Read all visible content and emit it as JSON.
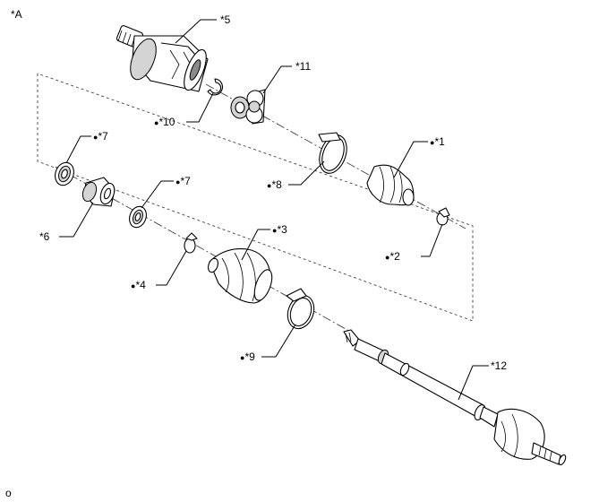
{
  "figure": {
    "corner_label": "*A",
    "footer_mark": "o",
    "bullet": "●"
  },
  "callouts": {
    "c1": "*1",
    "c2": "*2",
    "c3": "*3",
    "c4": "*4",
    "c5": "*5",
    "c6": "*6",
    "c7a": "*7",
    "c7b": "*7",
    "c8": "*8",
    "c9": "*9",
    "c10": "*10",
    "c11": "*11",
    "c12": "*12"
  },
  "colors": {
    "line": "#000000",
    "shade": "#d4d4d4",
    "dark_shade": "#8a8a8a",
    "background": "#ffffff"
  }
}
